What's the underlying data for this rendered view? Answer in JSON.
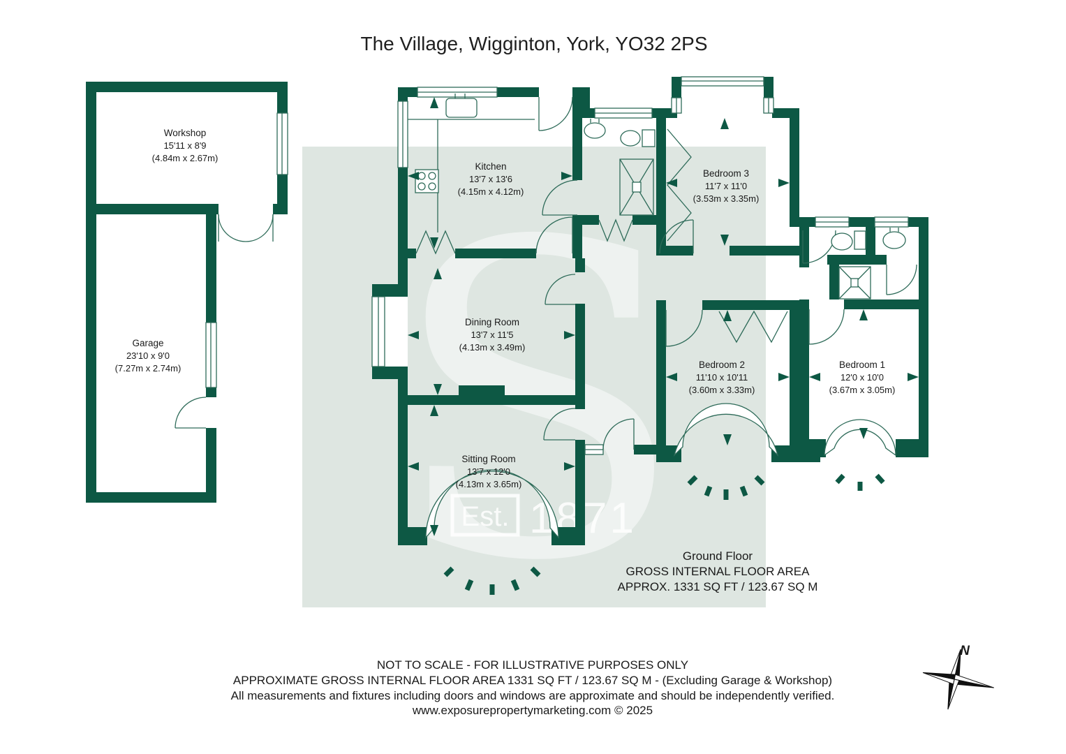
{
  "title": "The Village, Wigginton, York, YO32 2PS",
  "rooms": {
    "workshop": {
      "name": "Workshop",
      "dims_ft": "15'11 x 8'9",
      "dims_m": "(4.84m x 2.67m)"
    },
    "garage": {
      "name": "Garage",
      "dims_ft": "23'10 x 9'0",
      "dims_m": "(7.27m x 2.74m)"
    },
    "kitchen": {
      "name": "Kitchen",
      "dims_ft": "13'7 x 13'6",
      "dims_m": "(4.15m x 4.12m)"
    },
    "bedroom3": {
      "name": "Bedroom 3",
      "dims_ft": "11'7 x 11'0",
      "dims_m": "(3.53m x 3.35m)"
    },
    "dining": {
      "name": "Dining Room",
      "dims_ft": "13'7 x 11'5",
      "dims_m": "(4.13m x 3.49m)"
    },
    "bedroom2": {
      "name": "Bedroom 2",
      "dims_ft": "11'10 x 10'11",
      "dims_m": "(3.60m x 3.33m)"
    },
    "bedroom1": {
      "name": "Bedroom 1",
      "dims_ft": "12'0 x 10'0",
      "dims_m": "(3.67m x 3.05m)"
    },
    "sitting": {
      "name": "Sitting Room",
      "dims_ft": "13'7 x 12'0",
      "dims_m": "(4.13m x 3.65m)"
    }
  },
  "area_summary": {
    "line1": "Ground Floor",
    "line2": "GROSS INTERNAL FLOOR AREA",
    "line3": "APPROX. 1331 SQ FT / 123.67 SQ M"
  },
  "footer": {
    "line1": "NOT TO SCALE - FOR ILLUSTRATIVE PURPOSES ONLY",
    "line2": "APPROXIMATE GROSS INTERNAL FLOOR AREA 1331 SQ FT / 123.67 SQ M - (Excluding Garage & Workshop)",
    "line3": "All measurements and fixtures including doors and windows are approximate and should be independently verified.",
    "line4": "www.exposurepropertymarketing.com © 2025"
  },
  "watermark": {
    "letter": "S",
    "est": "Est.",
    "year": "1871"
  },
  "compass": {
    "north": "N"
  },
  "colors": {
    "wall": "#0d5844",
    "line": "#2e6b59",
    "canvas": "#dee6e1",
    "watermark": "#ffffff",
    "text": "#1a1a1a"
  }
}
